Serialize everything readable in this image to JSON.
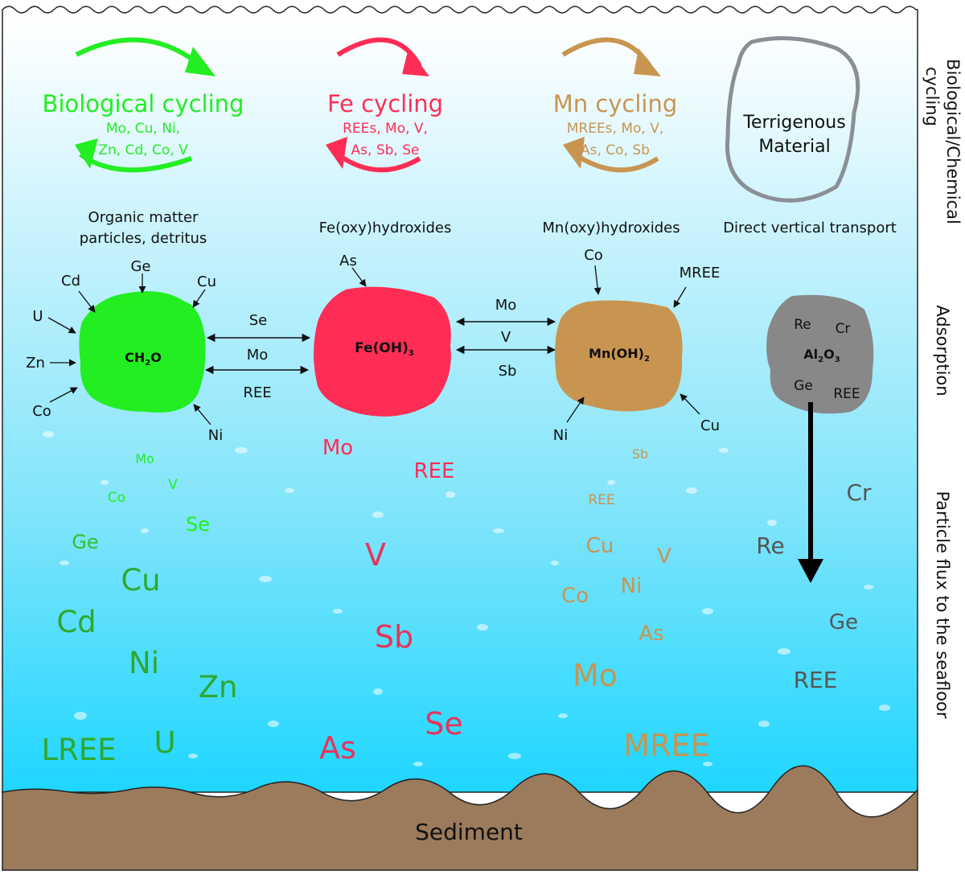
{
  "cycles": {
    "bio": {
      "title": "Biological cycling",
      "line1": "Mo, Cu, Ni,",
      "line2": "Zn, Cd, Co, V"
    },
    "fe": {
      "title": "Fe cycling",
      "line1": "REEs, Mo, V,",
      "line2": "As, Sb, Se"
    },
    "mn": {
      "title": "Mn cycling",
      "line1": "MREEs, Mo, V,",
      "line2": "As, Co, Sb"
    },
    "terr": {
      "line1": "Terrigenous",
      "line2": "Material"
    }
  },
  "carriers": {
    "om_line1": "Organic matter",
    "om_line2": "particles, detritus",
    "fe": "Fe(oxy)hydroxides",
    "mn": "Mn(oxy)hydroxides",
    "direct": "Direct vertical transport"
  },
  "particles": {
    "ch2o": {
      "main": "CH",
      "sub": "2",
      "tail": "O"
    },
    "feoh": {
      "main": "Fe(OH)",
      "sub": "3"
    },
    "mnoh": {
      "main": "Mn(OH)",
      "sub": "2"
    },
    "al2o3": {
      "a": "Al",
      "s1": "2",
      "b": "O",
      "s2": "3"
    }
  },
  "adsorbed": {
    "ch2o": [
      "U",
      "Cd",
      "Ge",
      "Cu",
      "Zn",
      "Co",
      "Ni"
    ],
    "fe": [
      "As"
    ],
    "mn": [
      "Co",
      "MREE",
      "Ni",
      "Cu"
    ],
    "al": [
      "Re",
      "Cr",
      "Ge",
      "REE"
    ]
  },
  "exchange": {
    "om_fe": [
      "Se",
      "Mo",
      "REE"
    ],
    "fe_mn": [
      "Mo",
      "V",
      "Sb"
    ]
  },
  "flux": {
    "green": [
      "Mo",
      "Co",
      "V",
      "Se",
      "Ge",
      "Cu",
      "Cd",
      "Ni",
      "Zn",
      "LREE",
      "U"
    ],
    "red": [
      "Mo",
      "REE",
      "V",
      "Sb",
      "Se",
      "As"
    ],
    "brown": [
      "Sb",
      "REE",
      "Cu",
      "V",
      "Co",
      "Ni",
      "As",
      "Mo",
      "MREE"
    ],
    "gray": [
      "Cr",
      "Re",
      "Ge",
      "REE"
    ]
  },
  "side_labels": {
    "top_line1": "Biological/Chemical",
    "top_line2": "cycling",
    "middle": "Adsorption",
    "bottom": "Particle flux to the seafloor"
  },
  "sediment": "Sediment",
  "colors": {
    "green": "#22ee22",
    "dark_green": "#2ea82e",
    "red": "#ff2d55",
    "dark_red": "#e8325a",
    "brown": "#c89550",
    "gray_particle": "#888888",
    "gray_text": "#555555",
    "sediment": "#9b7b5c",
    "water_top": "#ffffff",
    "water_bottom": "#1ed6ff"
  }
}
